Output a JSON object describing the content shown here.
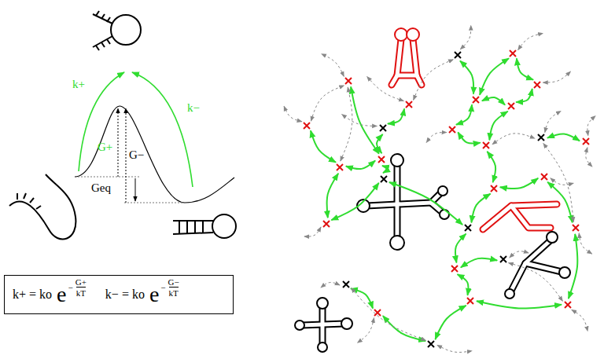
{
  "diagram": {
    "nodes": [
      {
        "text": [
          "k+ = ko",
          "e",
          "−",
          "G+",
          "kT",
          "k− = ko",
          "e",
          "−",
          "G−",
          "kT"
        ]
      }
    ],
    "labels": [
      "k+",
      "k−",
      "G+",
      "G−",
      "Geq"
    ]
  }
}
